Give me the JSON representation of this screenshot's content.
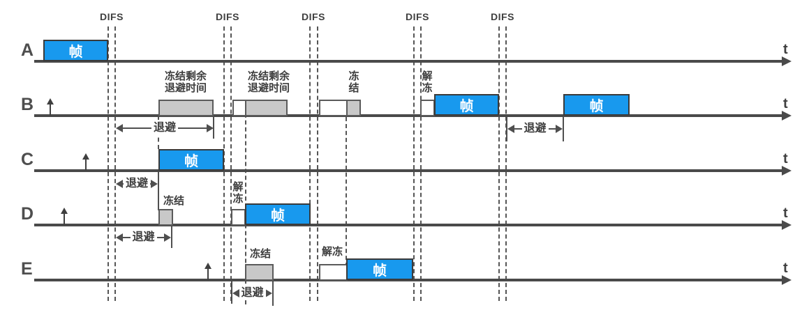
{
  "colors": {
    "frame-blue": "#1899EE",
    "box-gray": "#C8C8C8",
    "line-dark": "#4A4A4A",
    "text-dark": "#3D3D3D",
    "frame-text": "#FFFFFF"
  },
  "axis_label": "t",
  "difs_label": "DIFS",
  "stations": {
    "a": "A",
    "b": "B",
    "c": "C",
    "d": "D",
    "e": "E"
  },
  "labels": {
    "frame": "帧",
    "backoff": "退避",
    "freeze": "冻结",
    "unfreeze": "解冻",
    "freeze_remaining_backoff": "冻结剩余\n退避时间"
  }
}
